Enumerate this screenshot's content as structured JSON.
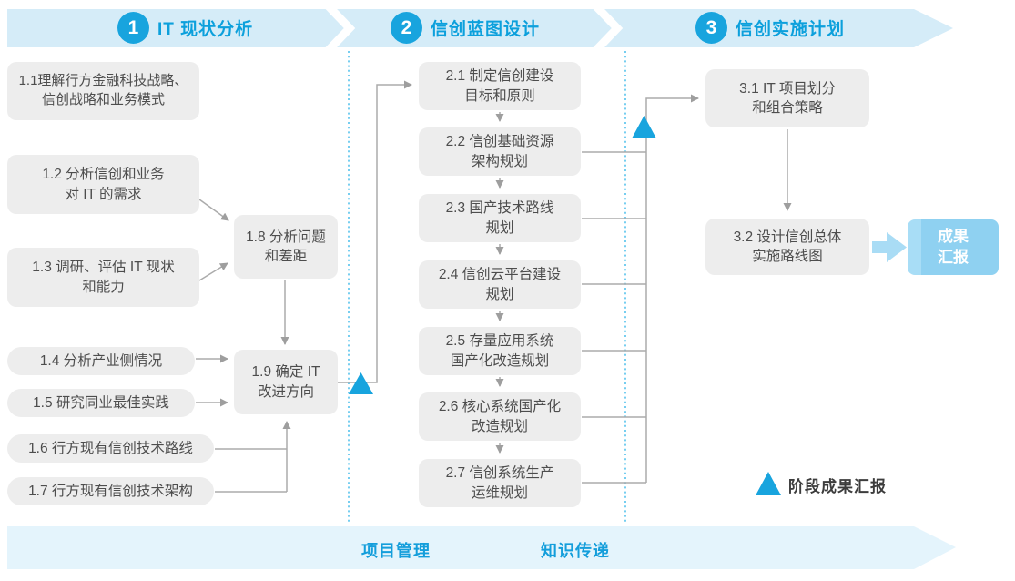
{
  "phases": [
    {
      "number": "1",
      "label": "IT 现状分析"
    },
    {
      "number": "2",
      "label": "信创蓝图设计"
    },
    {
      "number": "3",
      "label": "信创实施计划"
    }
  ],
  "boxes": {
    "b1_1": "1.1理解行方金融科技战略、\n信创战略和业务模式",
    "b1_2": "1.2 分析信创和业务\n对 IT 的需求",
    "b1_3": "1.3 调研、评估 IT 现状\n和能力",
    "b1_4": "1.4 分析产业侧情况",
    "b1_5": "1.5 研究同业最佳实践",
    "b1_6": "1.6 行方现有信创技术路线",
    "b1_7": "1.7 行方现有信创技术架构",
    "b1_8": "1.8 分析问题\n和差距",
    "b1_9": "1.9 确定 IT\n改进方向",
    "b2_1": "2.1 制定信创建设\n目标和原则",
    "b2_2": "2.2 信创基础资源\n架构规划",
    "b2_3": "2.3 国产技术路线\n规划",
    "b2_4": "2.4 信创云平台建设\n规划",
    "b2_5": "2.5 存量应用系统\n国产化改造规划",
    "b2_6": "2.6 核心系统国产化\n改造规划",
    "b2_7": "2.7 信创系统生产\n运维规划",
    "b3_1": "3.1 IT 项目划分\n和组合策略",
    "b3_2": "3.2 设计信创总体\n实施路线图"
  },
  "result": {
    "label": "成果\n汇报"
  },
  "legend": {
    "icon": "milestone-triangle",
    "label": "阶段成果汇报"
  },
  "footer": {
    "project_management": "项目管理",
    "knowledge_transfer": "知识传递"
  },
  "colors": {
    "accent_blue": "#18A4DE",
    "band_top": "#D5ECF8",
    "band_bottom": "#E4F4FC",
    "phase_label_text": "#0CA0DC",
    "box_bg": "#EDEDED",
    "box_text": "#4D4D4D",
    "connector_gray": "#A9A9A9",
    "dotted_guide": "#53C1EC",
    "result_box_bg": "#8FD1F1",
    "result_box_text": "#FFFFFF"
  }
}
